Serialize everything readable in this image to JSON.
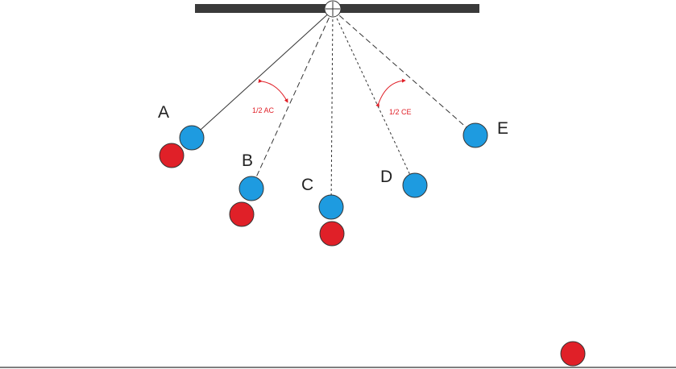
{
  "positions": [
    {
      "label": "A"
    },
    {
      "label": "B"
    },
    {
      "label": "C"
    },
    {
      "label": "D"
    },
    {
      "label": "E"
    }
  ],
  "angle_labels": {
    "ac": "1/2 AC",
    "ce": "1/2 CE"
  },
  "colors": {
    "bob_blue": "#1e9be0",
    "ball_red": "#e02028",
    "bar": "#3a3a3a",
    "string": "#333333",
    "angle_mark": "#e02028",
    "ground": "#555555"
  }
}
